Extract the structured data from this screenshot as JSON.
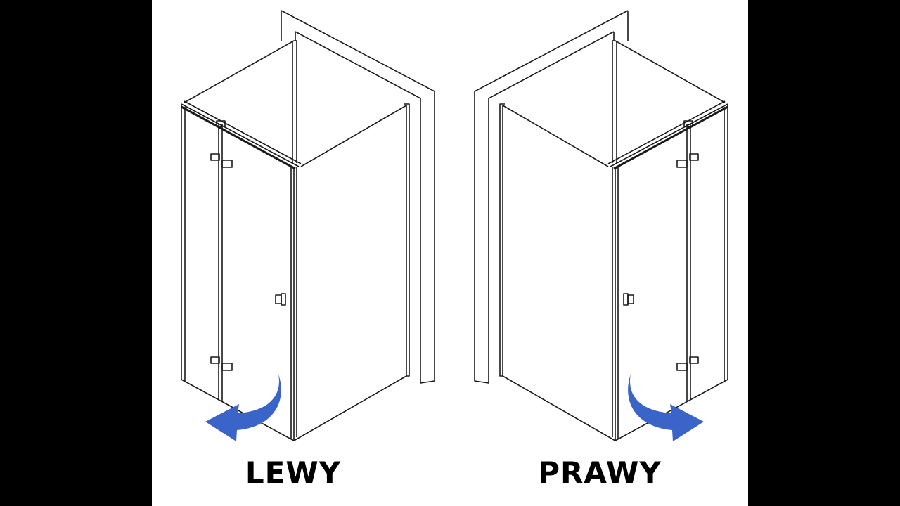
{
  "variants": [
    {
      "label": "LEWY",
      "door_side": "left"
    },
    {
      "label": "PRAWY",
      "door_side": "right"
    }
  ],
  "colors": {
    "arrow": "#3a64c8",
    "line": "#1a1a1a",
    "background": "#ffffff",
    "letterbox": "#000000"
  }
}
